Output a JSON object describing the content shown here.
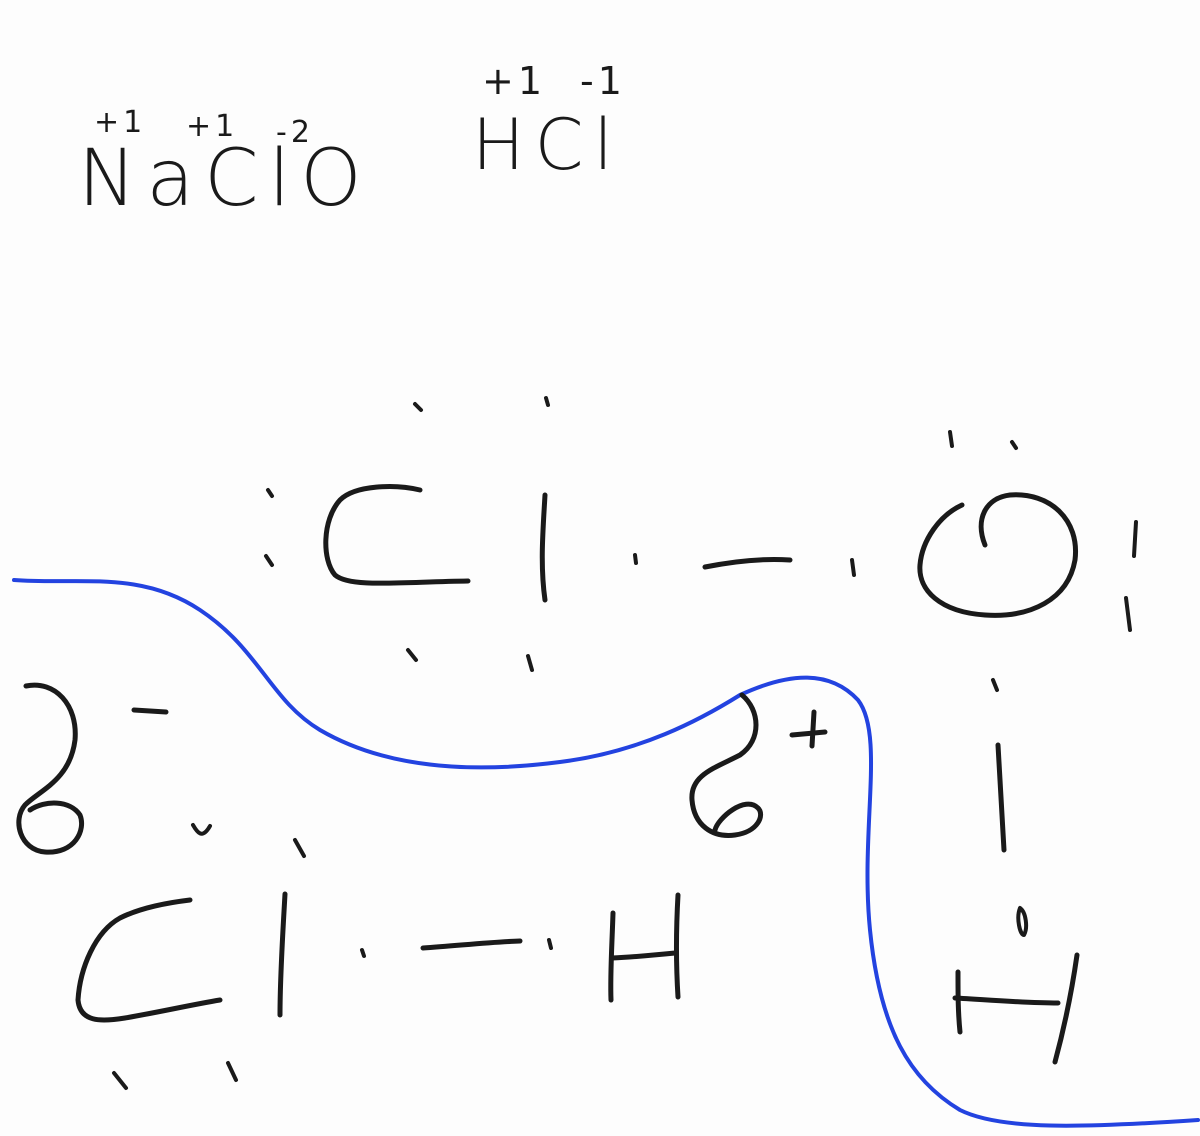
{
  "formulas": {
    "naclo": {
      "text": "NaClO",
      "oxidation_states": [
        "+1",
        "+1",
        "-2"
      ]
    },
    "hcl": {
      "text": "HCl",
      "oxidation_states": [
        "+1",
        "-1"
      ]
    }
  },
  "structure": {
    "atoms": {
      "cl_top": "Cl",
      "o": "O",
      "h_right": "H",
      "cl_bottom": "Cl",
      "h_bottom": "H"
    },
    "charges": {
      "left_charge": "-",
      "right_charge": "+"
    }
  },
  "colors": {
    "ink": "#1a1a1a",
    "separator_line": "#2343e0",
    "background": "#fdfdfd"
  }
}
